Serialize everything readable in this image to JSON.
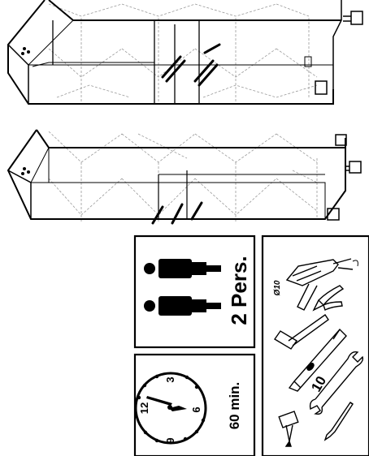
{
  "persons_box": {
    "label": "2 Pers."
  },
  "time_box": {
    "label": "60 min.",
    "clock_numbers": {
      "twelve": "12",
      "three": "3",
      "six": "6",
      "nine": "9"
    }
  },
  "tools_box": {
    "drill_bit_label": "Ø10",
    "wrench_label": "10"
  }
}
